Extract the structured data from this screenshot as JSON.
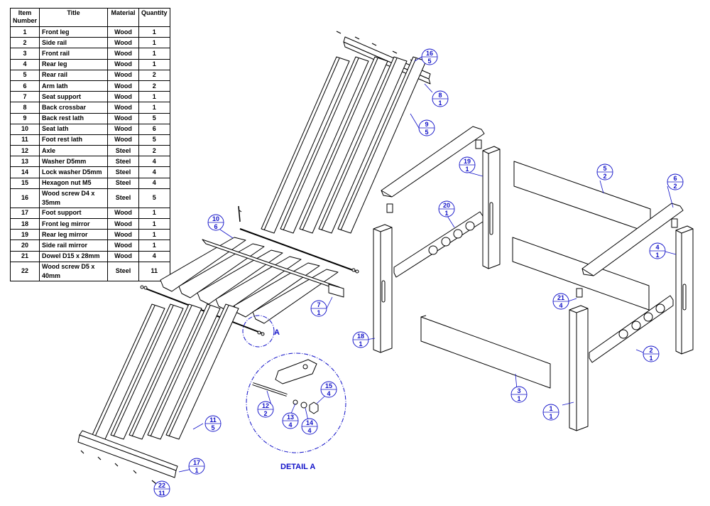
{
  "table": {
    "headers": [
      "Item\nNumber",
      "Title",
      "Material",
      "Quantity"
    ],
    "rows": [
      [
        "1",
        "Front leg",
        "Wood",
        "1"
      ],
      [
        "2",
        "Side rail",
        "Wood",
        "1"
      ],
      [
        "3",
        "Front rail",
        "Wood",
        "1"
      ],
      [
        "4",
        "Rear leg",
        "Wood",
        "1"
      ],
      [
        "5",
        "Rear rail",
        "Wood",
        "2"
      ],
      [
        "6",
        "Arm lath",
        "Wood",
        "2"
      ],
      [
        "7",
        "Seat support",
        "Wood",
        "1"
      ],
      [
        "8",
        "Back crossbar",
        "Wood",
        "1"
      ],
      [
        "9",
        "Back rest lath",
        "Wood",
        "5"
      ],
      [
        "10",
        "Seat lath",
        "Wood",
        "6"
      ],
      [
        "11",
        "Foot rest lath",
        "Wood",
        "5"
      ],
      [
        "12",
        "Axle",
        "Steel",
        "2"
      ],
      [
        "13",
        "Washer D5mm",
        "Steel",
        "4"
      ],
      [
        "14",
        "Lock washer D5mm",
        "Steel",
        "4"
      ],
      [
        "15",
        "Hexagon nut M5",
        "Steel",
        "4"
      ],
      [
        "16",
        "Wood screw D4 x 35mm",
        "Steel",
        "5"
      ],
      [
        "17",
        "Foot support",
        "Wood",
        "1"
      ],
      [
        "18",
        "Front leg mirror",
        "Wood",
        "1"
      ],
      [
        "19",
        "Rear leg mirror",
        "Wood",
        "1"
      ],
      [
        "20",
        "Side rail mirror",
        "Wood",
        "1"
      ],
      [
        "21",
        "Dowel D15 x 28mm",
        "Wood",
        "4"
      ],
      [
        "22",
        "Wood screw D5 x 40mm",
        "Steel",
        "11"
      ]
    ]
  },
  "balloons": [
    {
      "item": "16",
      "qty": "5"
    },
    {
      "item": "8",
      "qty": "1"
    },
    {
      "item": "9",
      "qty": "5"
    },
    {
      "item": "19",
      "qty": "1"
    },
    {
      "item": "5",
      "qty": "2"
    },
    {
      "item": "6",
      "qty": "2"
    },
    {
      "item": "20",
      "qty": "1"
    },
    {
      "item": "10",
      "qty": "6"
    },
    {
      "item": "4",
      "qty": "1"
    },
    {
      "item": "7",
      "qty": "1"
    },
    {
      "item": "21",
      "qty": "4"
    },
    {
      "item": "18",
      "qty": "1"
    },
    {
      "item": "2",
      "qty": "1"
    },
    {
      "item": "3",
      "qty": "1"
    },
    {
      "item": "11",
      "qty": "5"
    },
    {
      "item": "12",
      "qty": "2"
    },
    {
      "item": "13",
      "qty": "4"
    },
    {
      "item": "14",
      "qty": "4"
    },
    {
      "item": "15",
      "qty": "4"
    },
    {
      "item": "1",
      "qty": "1"
    },
    {
      "item": "17",
      "qty": "1"
    },
    {
      "item": "22",
      "qty": "11"
    }
  ],
  "detail_ref": "A",
  "detail_title": "DETAIL A",
  "colors": {
    "balloon": "#1010c8",
    "line": "#000000"
  }
}
